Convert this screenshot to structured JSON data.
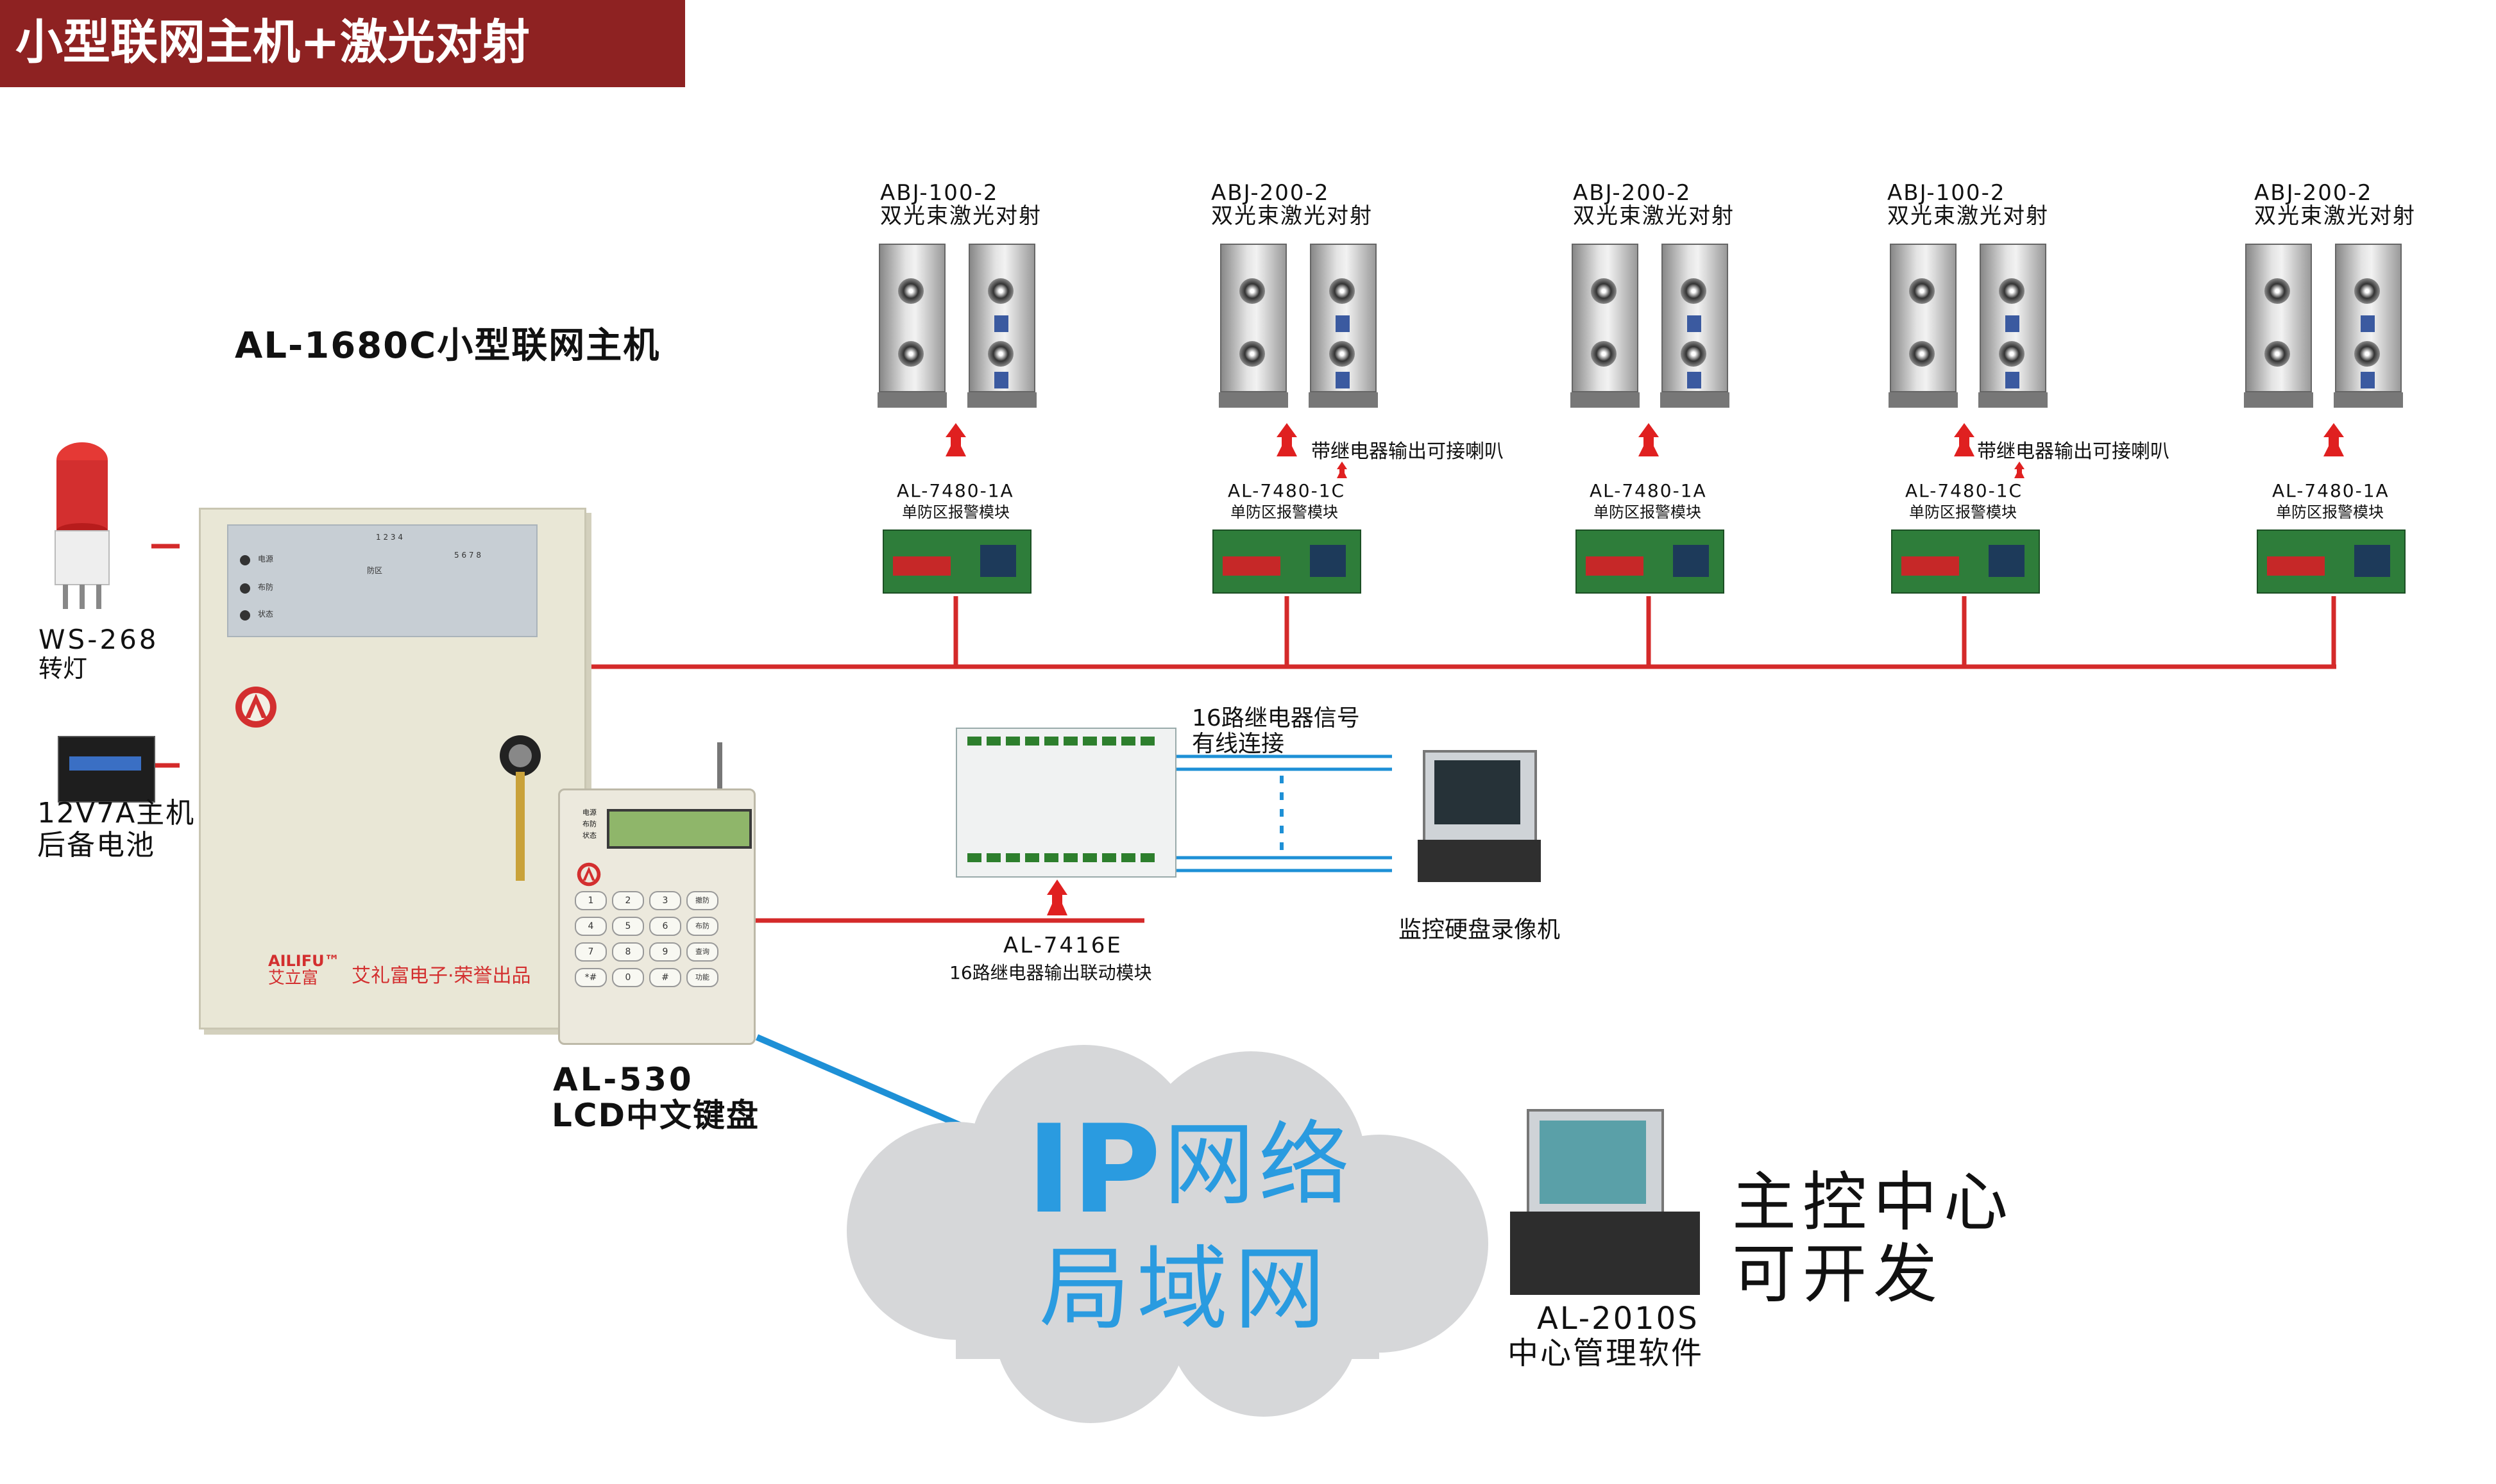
{
  "title": "小型联网主机+激光对射",
  "host": {
    "name": "AL-1680C小型联网主机",
    "brand_en": "AILIFU™",
    "brand_cn": "艾立富",
    "slogan": "艾礼富电子·荣誉出品",
    "panel_leds": [
      "电源",
      "布防",
      "状态"
    ],
    "panel_zone_label": "防区",
    "panel_numbers_top": "1  2  3  4",
    "panel_numbers_bottom": "5  6  7  8"
  },
  "siren": {
    "model": "WS-268",
    "name": "转灯"
  },
  "battery": {
    "line1": "12V7A主机",
    "line2": "后备电池"
  },
  "keypad": {
    "model": "AL-530",
    "name": "LCD中文键盘",
    "status_labels": [
      "电源",
      "布防",
      "状态"
    ],
    "keys": [
      "1",
      "2",
      "3",
      "撤防",
      "4",
      "5",
      "6",
      "布防",
      "7",
      "8",
      "9",
      "查询",
      "*#",
      "0",
      "#",
      "功能"
    ]
  },
  "detectors": [
    {
      "model": "ABJ-100-2",
      "desc": "双光束激光对射",
      "module": "AL-7480-1A",
      "module_desc": "单防区报警模块",
      "note": ""
    },
    {
      "model": "ABJ-200-2",
      "desc": "双光束激光对射",
      "module": "AL-7480-1C",
      "module_desc": "单防区报警模块",
      "note": "带继电器输出可接喇叭"
    },
    {
      "model": "ABJ-200-2",
      "desc": "双光束激光对射",
      "module": "AL-7480-1A",
      "module_desc": "单防区报警模块",
      "note": ""
    },
    {
      "model": "ABJ-100-2",
      "desc": "双光束激光对射",
      "module": "AL-7480-1C",
      "module_desc": "单防区报警模块",
      "note": "带继电器输出可接喇叭"
    },
    {
      "model": "ABJ-200-2",
      "desc": "双光束激光对射",
      "module": "AL-7480-1A",
      "module_desc": "单防区报警模块",
      "note": ""
    }
  ],
  "relay": {
    "model": "AL-7416E",
    "desc": "16路继电器输出联动模块"
  },
  "link": {
    "line1": "16路继电器信号",
    "line2": "有线连接"
  },
  "dvr": {
    "label": "监控硬盘录像机"
  },
  "network": {
    "ip": "IP",
    "word1": "网络",
    "word2": "局域网"
  },
  "center": {
    "line1": "主控中心",
    "line2": "可开发",
    "software_model": "AL-2010S",
    "software_name": "中心管理软件"
  },
  "colors": {
    "wire_red": "#d42a2a",
    "arrow_red": "#e02020",
    "wire_blue": "#1e90d6",
    "ip_blue": "#2a9be0",
    "banner": "#8e2222",
    "cloud": "#d6d7d9"
  }
}
